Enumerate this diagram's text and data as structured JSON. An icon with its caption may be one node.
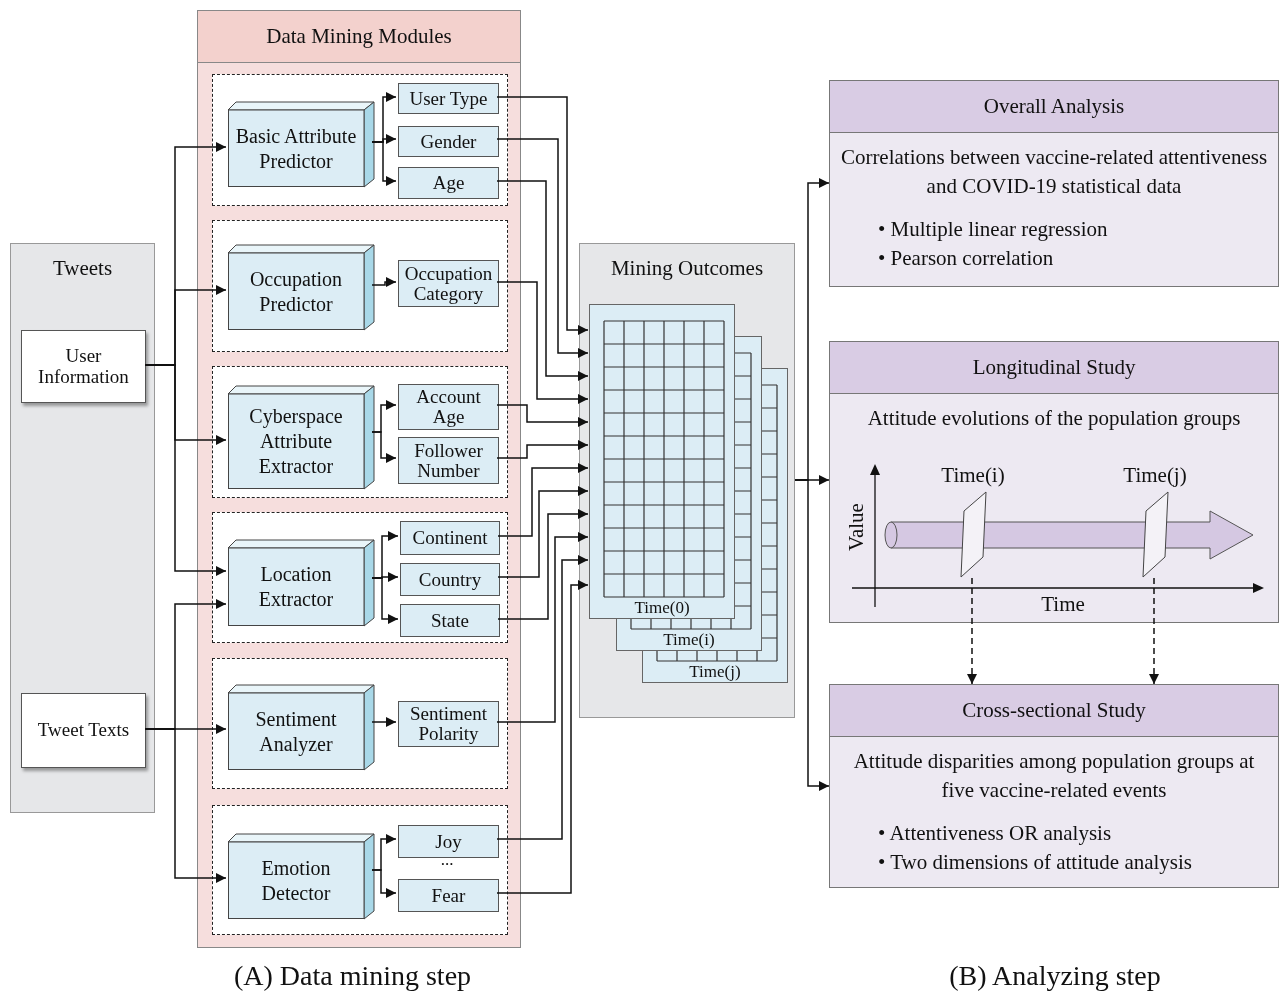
{
  "diagram": {
    "nodes": [
      {
        "text": [
          "Tweets"
        ]
      },
      {
        "text": [
          "User Information"
        ],
        "in": 0
      },
      {
        "text": [
          "Tweet Texts"
        ],
        "in": 0
      },
      {
        "text": [
          "Data Mining Modules"
        ]
      },
      {
        "text": [],
        "shape": "box",
        "in": 3
      },
      {
        "text": [
          "Basic Attribute Predictor"
        ],
        "in": 4
      },
      {
        "text": [
          "User Type"
        ],
        "in": 4
      },
      {
        "text": [
          "Gender"
        ],
        "in": 4
      },
      {
        "text": [
          "Age"
        ],
        "in": 4
      },
      {
        "text": [],
        "shape": "box",
        "in": 3
      },
      {
        "text": [
          "Occupation Predictor"
        ],
        "in": 9
      },
      {
        "text": [
          "Occupation Category"
        ],
        "in": 9
      },
      {
        "text": [],
        "shape": "box",
        "in": 3
      },
      {
        "text": [
          "Cyberspace Attribute Extractor"
        ],
        "in": 12
      },
      {
        "text": [
          "Account Age"
        ],
        "in": 12
      },
      {
        "text": [
          "Follower Number"
        ],
        "in": 12
      },
      {
        "text": [],
        "shape": "box",
        "in": 3
      },
      {
        "text": [
          "Location Extractor"
        ],
        "in": 16
      },
      {
        "text": [
          "Continent"
        ],
        "in": 16
      },
      {
        "text": [
          "Country"
        ],
        "in": 16
      },
      {
        "text": [
          "State"
        ],
        "in": 16
      },
      {
        "text": [],
        "shape": "box",
        "in": 3
      },
      {
        "text": [
          "Sentiment Analyzer"
        ],
        "in": 21
      },
      {
        "text": [
          "Sentiment Polarity"
        ],
        "in": 21
      },
      {
        "text": [],
        "shape": "box",
        "in": 3
      },
      {
        "text": [
          "Emotion Detector"
        ],
        "in": 24
      },
      {
        "text": [
          "Joy"
        ],
        "in": 24
      },
      {
        "text": [
          "Fear"
        ],
        "in": 24
      },
      {
        "text": [
          "Mining Outcomes"
        ]
      },
      {
        "text": [
          "Time(0)",
          "Time(i)",
          "Time(j)"
        ],
        "in": 28
      },
      {
        "text": [
          "Overall Analysis",
          "Correlations between vaccine-related attentiveness and COVID-19 statistical data",
          "• Multiple linear regression",
          "• Pearson correlation"
        ]
      },
      {
        "text": [
          "Longitudinal Study",
          "Attitude evolutions of the population groups"
        ]
      },
      {
        "text": [
          "Time(i)"
        ],
        "in": 31
      },
      {
        "text": [
          "Time(j)"
        ],
        "in": 31
      },
      {
        "text": [
          "Cross-sectional Study",
          "Attitude disparities among population groups at five vaccine-related events",
          "• Attentiveness OR analysis",
          "• Two dimensions of attitude analysis"
        ]
      }
    ],
    "edges": [
      {
        "from": 1,
        "to": 5,
        "arrow": "to"
      },
      {
        "from": 1,
        "to": 10,
        "arrow": "to"
      },
      {
        "from": 1,
        "to": 13,
        "arrow": "to"
      },
      {
        "from": 1,
        "to": 17,
        "arrow": "to"
      },
      {
        "from": 2,
        "to": 17,
        "arrow": "to"
      },
      {
        "from": 2,
        "to": 22,
        "arrow": "to"
      },
      {
        "from": 2,
        "to": 25,
        "arrow": "to"
      },
      {
        "from": 5,
        "to": 6,
        "arrow": "to"
      },
      {
        "from": 5,
        "to": 7,
        "arrow": "to"
      },
      {
        "from": 5,
        "to": 8,
        "arrow": "to"
      },
      {
        "from": 10,
        "to": 11,
        "arrow": "to"
      },
      {
        "from": 13,
        "to": 14,
        "arrow": "to"
      },
      {
        "from": 13,
        "to": 15,
        "arrow": "to"
      },
      {
        "from": 17,
        "to": 18,
        "arrow": "to"
      },
      {
        "from": 17,
        "to": 19,
        "arrow": "to"
      },
      {
        "from": 17,
        "to": 20,
        "arrow": "to"
      },
      {
        "from": 22,
        "to": 23,
        "arrow": "to"
      },
      {
        "from": 25,
        "to": 26,
        "arrow": "to"
      },
      {
        "from": 25,
        "to": 27,
        "arrow": "to"
      },
      {
        "from": 6,
        "to": 29,
        "arrow": "to"
      },
      {
        "from": 7,
        "to": 29,
        "arrow": "to"
      },
      {
        "from": 8,
        "to": 29,
        "arrow": "to"
      },
      {
        "from": 11,
        "to": 29,
        "arrow": "to"
      },
      {
        "from": 14,
        "to": 29,
        "arrow": "to"
      },
      {
        "from": 15,
        "to": 29,
        "arrow": "to"
      },
      {
        "from": 18,
        "to": 29,
        "arrow": "to"
      },
      {
        "from": 19,
        "to": 29,
        "arrow": "to"
      },
      {
        "from": 20,
        "to": 29,
        "arrow": "to"
      },
      {
        "from": 23,
        "to": 29,
        "arrow": "to"
      },
      {
        "from": 26,
        "to": 29,
        "arrow": "to"
      },
      {
        "from": 27,
        "to": 29,
        "arrow": "to"
      },
      {
        "from": 28,
        "to": 30,
        "arrow": "to"
      },
      {
        "from": 28,
        "to": 31,
        "arrow": "to"
      },
      {
        "from": 28,
        "to": 34,
        "arrow": "to"
      },
      {
        "from": 32,
        "to": 34,
        "arrow": "to",
        "style": "dashed"
      },
      {
        "from": 33,
        "to": 34,
        "arrow": "to",
        "style": "dashed"
      }
    ],
    "labels": [
      "Value",
      "Time",
      "...",
      "(A) Data mining step",
      "(B) Analyzing step"
    ]
  }
}
